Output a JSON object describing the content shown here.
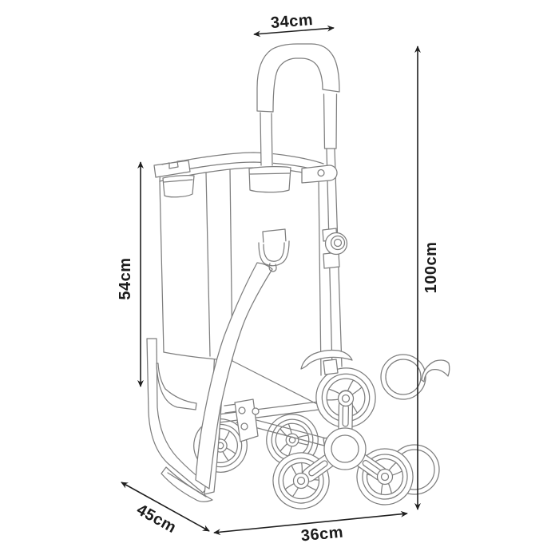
{
  "diagram": {
    "subject": "Stair-climbing shopping trolley - technical dimension line drawing",
    "labels": {
      "handle_width": "34cm",
      "bag_height": "54cm",
      "total_height": "100cm",
      "base_depth": "45cm",
      "base_width": "36cm"
    },
    "colors": {
      "outline": "#7e7e7e",
      "dimension": "#1f1f1f",
      "background": "#ffffff"
    }
  }
}
